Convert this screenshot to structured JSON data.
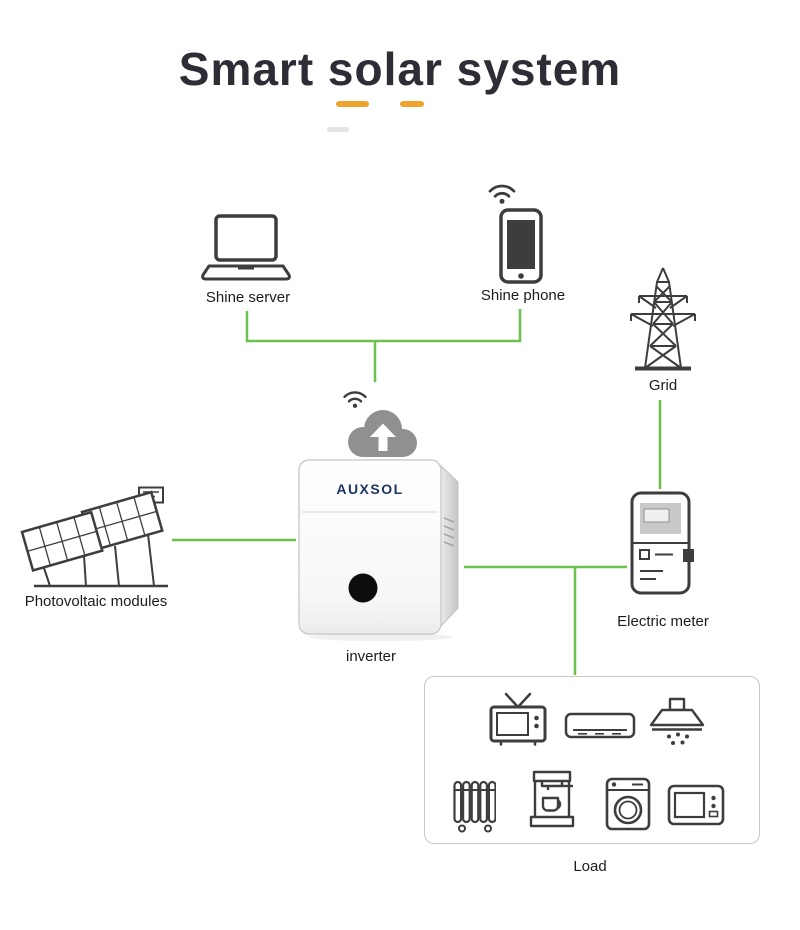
{
  "title": "Smart solar system",
  "nodes": {
    "shine_server": {
      "label": "Shine server",
      "icon": "laptop-icon"
    },
    "shine_phone": {
      "label": "Shine phone",
      "icon": "smartphone-icon"
    },
    "grid": {
      "label": "Grid",
      "icon": "transmission-tower-icon"
    },
    "cloud": {
      "icon": "cloud-upload-icon"
    },
    "photovoltaic_modules": {
      "label": "Photovoltaic modules",
      "icon": "solar-panel-icon"
    },
    "inverter": {
      "label": "inverter",
      "brand": "AUXSOL",
      "icon": "inverter-device"
    },
    "electric_meter": {
      "label": "Electric meter",
      "icon": "electric-meter-icon"
    },
    "load": {
      "label": "Load",
      "appliances": [
        "tv-icon",
        "air-conditioner-icon",
        "range-hood-icon",
        "radiator-icon",
        "coffee-machine-icon",
        "washing-machine-icon",
        "microwave-icon"
      ]
    }
  },
  "colors": {
    "connector_green": "#6cc04e",
    "accent_orange": "#f0a32c",
    "icon_gray": "#3d3d3d",
    "title_color": "#2d2d35",
    "brand_blue": "#1d3563"
  }
}
